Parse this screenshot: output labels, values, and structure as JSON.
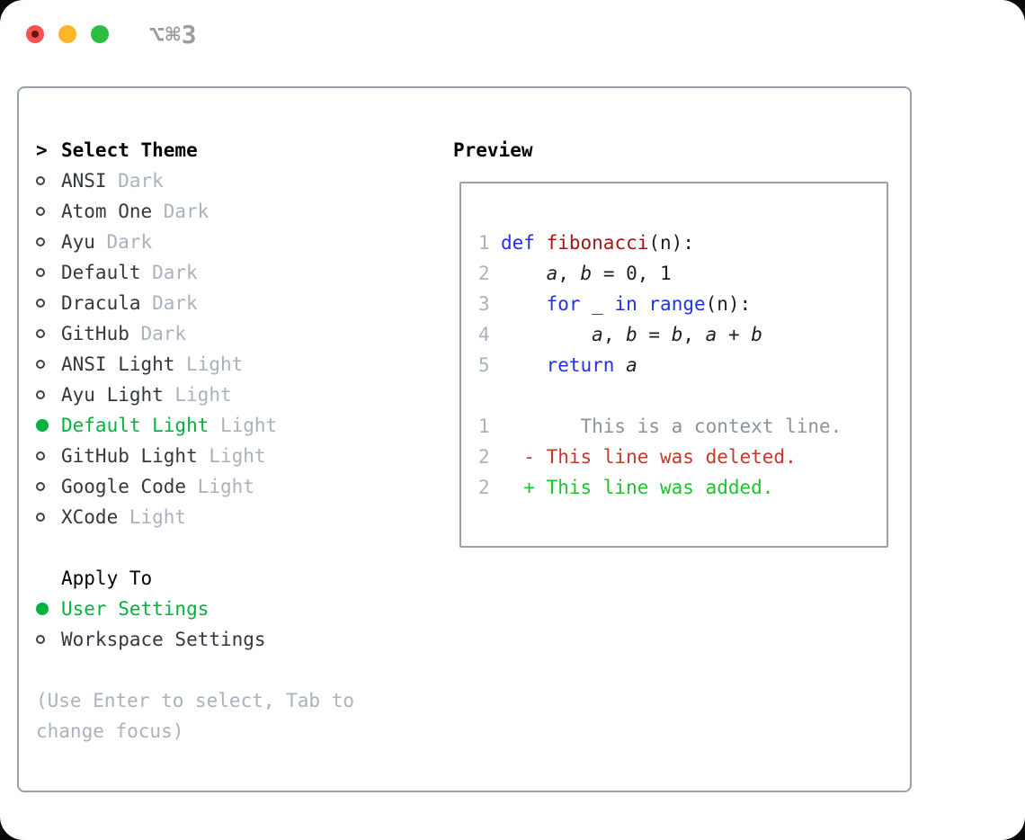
{
  "titlebar": {
    "title": "⌥⌘3"
  },
  "colors": {
    "accent-green": "#00b341",
    "diff-del": "#c5392b",
    "diff-add": "#1fc32e",
    "kw-blue": "#2233dd",
    "fn-red": "#a31515",
    "muted": "#a9b2bd",
    "ctx-gray": "#8b939c",
    "text-dark": "#33383f",
    "code-plain": "#1b1f24",
    "border-gray": "#98a1ab",
    "traffic-red": "#f4534e",
    "traffic-yellow": "#fbb729",
    "traffic-green": "#2ebd41",
    "title-gray": "#9a9da1"
  },
  "theme_section": {
    "header_prefix": ">",
    "header": "Select Theme",
    "items": [
      {
        "name": "ANSI",
        "tag": "Dark",
        "selected": false
      },
      {
        "name": "Atom One",
        "tag": "Dark",
        "selected": false
      },
      {
        "name": "Ayu",
        "tag": "Dark",
        "selected": false
      },
      {
        "name": "Default",
        "tag": "Dark",
        "selected": false
      },
      {
        "name": "Dracula",
        "tag": "Dark",
        "selected": false
      },
      {
        "name": "GitHub",
        "tag": "Dark",
        "selected": false
      },
      {
        "name": "ANSI Light",
        "tag": "Light",
        "selected": false
      },
      {
        "name": "Ayu Light",
        "tag": "Light",
        "selected": false
      },
      {
        "name": "Default Light",
        "tag": "Light",
        "selected": true
      },
      {
        "name": "GitHub Light",
        "tag": "Light",
        "selected": false
      },
      {
        "name": "Google Code",
        "tag": "Light",
        "selected": false
      },
      {
        "name": "XCode",
        "tag": "Light",
        "selected": false
      }
    ]
  },
  "apply_section": {
    "header": "Apply To",
    "items": [
      {
        "name": "User Settings",
        "selected": true
      },
      {
        "name": "Workspace Settings",
        "selected": false
      }
    ]
  },
  "hint": {
    "lines": [
      "(Use Enter to select, Tab to",
      "change focus)"
    ]
  },
  "preview": {
    "header": "Preview",
    "code_lines": [
      {
        "num": "1",
        "tokens": [
          [
            "kw",
            "def"
          ],
          [
            "pl",
            " "
          ],
          [
            "fn",
            "fibonacci"
          ],
          [
            "pl",
            "(n):"
          ]
        ]
      },
      {
        "num": "2",
        "tokens": [
          [
            "pl",
            "    "
          ],
          [
            "va",
            "a"
          ],
          [
            "pl",
            ", "
          ],
          [
            "va",
            "b"
          ],
          [
            "pl",
            " = 0, 1"
          ]
        ]
      },
      {
        "num": "3",
        "tokens": [
          [
            "pl",
            "    "
          ],
          [
            "kw",
            "for"
          ],
          [
            "pl",
            " _ "
          ],
          [
            "kw",
            "in"
          ],
          [
            "pl",
            " "
          ],
          [
            "kw",
            "range"
          ],
          [
            "pl",
            "(n):"
          ]
        ]
      },
      {
        "num": "4",
        "tokens": [
          [
            "pl",
            "        "
          ],
          [
            "va",
            "a"
          ],
          [
            "pl",
            ", "
          ],
          [
            "va",
            "b"
          ],
          [
            "pl",
            " = "
          ],
          [
            "va",
            "b"
          ],
          [
            "pl",
            ", "
          ],
          [
            "va",
            "a"
          ],
          [
            "pl",
            " + "
          ],
          [
            "va",
            "b"
          ]
        ]
      },
      {
        "num": "5",
        "tokens": [
          [
            "pl",
            "    "
          ],
          [
            "kw",
            "return"
          ],
          [
            "pl",
            " "
          ],
          [
            "va",
            "a"
          ]
        ]
      },
      {
        "num": "",
        "tokens": []
      },
      {
        "num": "1",
        "tokens": [
          [
            "ctx",
            "       This is a context line."
          ]
        ]
      },
      {
        "num": "2",
        "tokens": [
          [
            "del",
            "  - This line was deleted."
          ]
        ]
      },
      {
        "num": "2",
        "tokens": [
          [
            "add",
            "  + This line was added."
          ]
        ]
      }
    ]
  }
}
